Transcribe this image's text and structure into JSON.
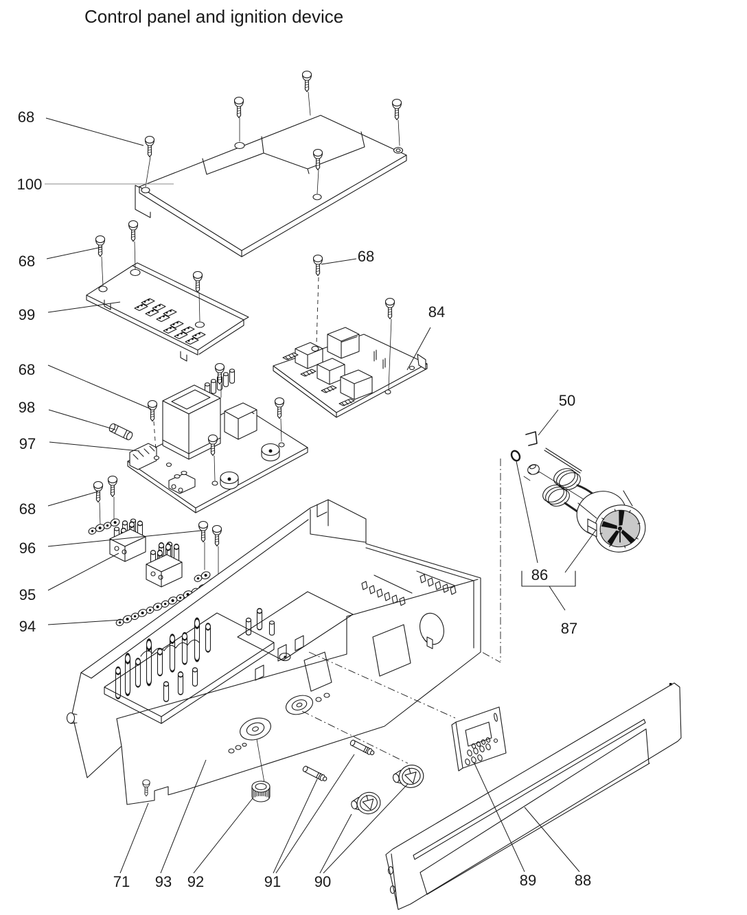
{
  "title": "Control panel and ignition device",
  "colors": {
    "line": "#1a1a1a",
    "leader_gray": "#8a8a8a",
    "gauge_face": "#c9c9c9",
    "background": "#ffffff"
  },
  "labels": [
    {
      "text": "68"
    },
    {
      "text": "100"
    },
    {
      "text": "68"
    },
    {
      "text": "99"
    },
    {
      "text": "68"
    },
    {
      "text": "84"
    },
    {
      "text": "68"
    },
    {
      "text": "98"
    },
    {
      "text": "97"
    },
    {
      "text": "68"
    },
    {
      "text": "96"
    },
    {
      "text": "95"
    },
    {
      "text": "94"
    },
    {
      "text": "50"
    },
    {
      "text": "86"
    },
    {
      "text": "87"
    },
    {
      "text": "71"
    },
    {
      "text": "93"
    },
    {
      "text": "92"
    },
    {
      "text": "91"
    },
    {
      "text": "90"
    },
    {
      "text": "89"
    },
    {
      "text": "88"
    }
  ]
}
